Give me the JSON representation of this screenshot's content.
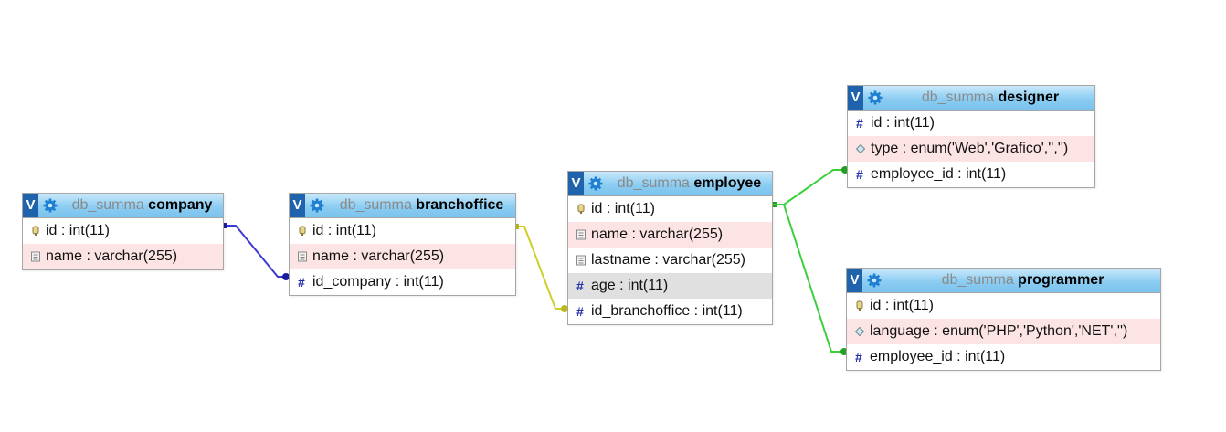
{
  "colors": {
    "blue_link": "#3b3bd1",
    "yellow_link": "#cfcf2a",
    "green_link": "#3ccf3c"
  },
  "tables": {
    "company": {
      "toggle": "V",
      "db": "db_summa",
      "name": "company",
      "rows": [
        {
          "text": "id : int(11)",
          "icon": "key-icon"
        },
        {
          "text": "name : varchar(255)",
          "icon": "text-field-icon"
        }
      ]
    },
    "branchoffice": {
      "toggle": "V",
      "db": "db_summa",
      "name": "branchoffice",
      "rows": [
        {
          "text": "id : int(11)",
          "icon": "key-icon"
        },
        {
          "text": "name : varchar(255)",
          "icon": "text-field-icon"
        },
        {
          "text": "id_company : int(11)",
          "icon": "hash-icon"
        }
      ]
    },
    "employee": {
      "toggle": "V",
      "db": "db_summa",
      "name": "employee",
      "rows": [
        {
          "text": "id : int(11)",
          "icon": "key-icon"
        },
        {
          "text": "name : varchar(255)",
          "icon": "text-field-icon"
        },
        {
          "text": "lastname : varchar(255)",
          "icon": "text-field-icon"
        },
        {
          "text": "age : int(11)",
          "icon": "hash-icon"
        },
        {
          "text": "id_branchoffice : int(11)",
          "icon": "hash-icon"
        }
      ]
    },
    "designer": {
      "toggle": "V",
      "db": "db_summa",
      "name": "designer",
      "rows": [
        {
          "text": "id : int(11)",
          "icon": "hash-icon"
        },
        {
          "text": "type : enum('Web','Grafico','','')",
          "icon": "enum-icon"
        },
        {
          "text": "employee_id : int(11)",
          "icon": "hash-icon"
        }
      ]
    },
    "programmer": {
      "toggle": "V",
      "db": "db_summa",
      "name": "programmer",
      "rows": [
        {
          "text": "id : int(11)",
          "icon": "key-icon"
        },
        {
          "text": "language : enum('PHP','Python','NET','')",
          "icon": "enum-icon"
        },
        {
          "text": "employee_id : int(11)",
          "icon": "hash-icon"
        }
      ]
    }
  }
}
